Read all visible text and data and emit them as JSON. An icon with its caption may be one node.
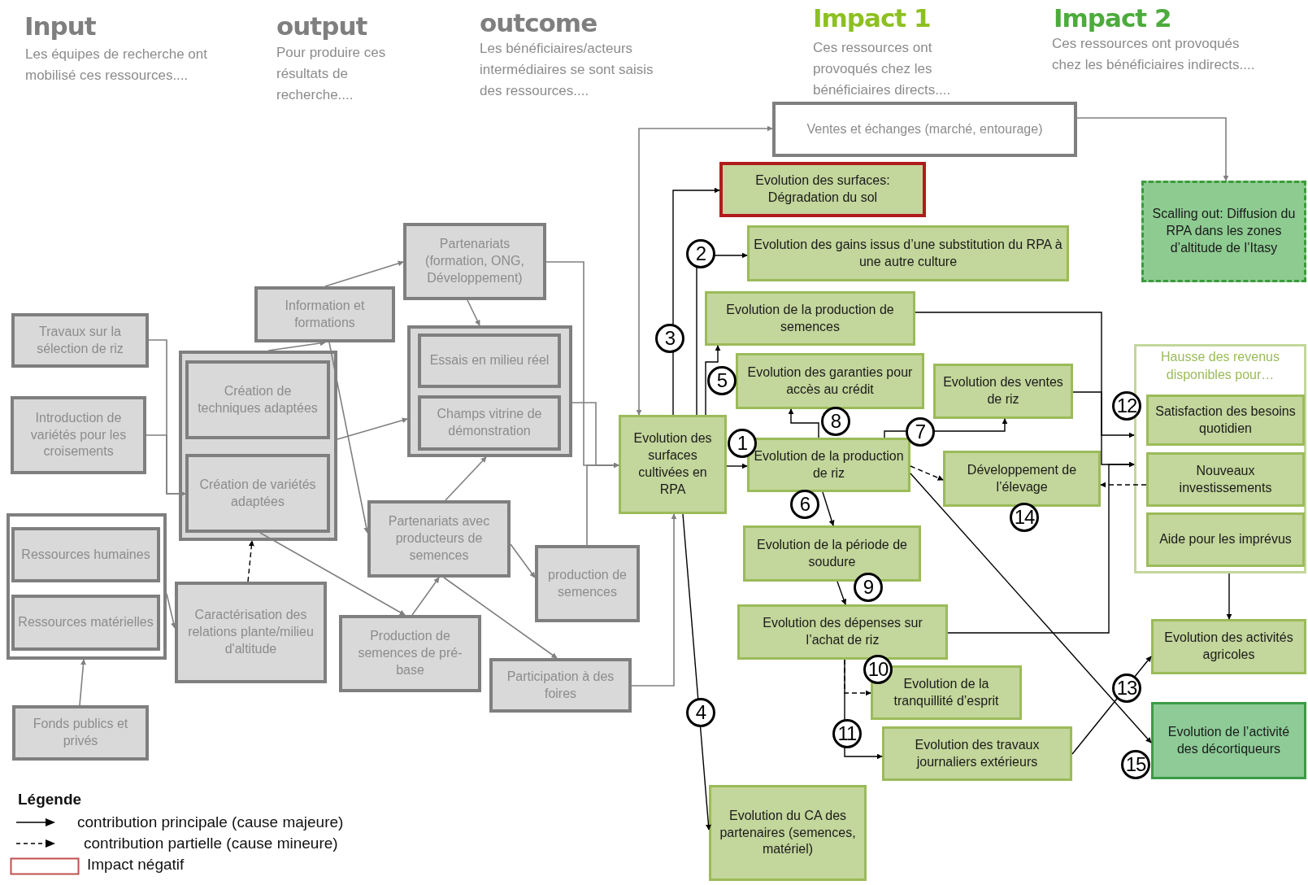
{
  "diagram": {
    "nodes": [
      {
        "text": [
          "Travaux sur la sélection de riz"
        ]
      },
      {
        "text": [
          "Introduction de variétés pour les croisements"
        ]
      },
      {
        "text": [],
        "shape": "box"
      },
      {
        "text": [
          "Ressources humaines"
        ],
        "in": 2
      },
      {
        "text": [
          "Ressources matérielles"
        ],
        "in": 2
      },
      {
        "text": [
          "Fonds publics et privés"
        ]
      },
      {
        "text": [],
        "shape": "box"
      },
      {
        "text": [
          "Création de techniques adaptées"
        ],
        "in": 6
      },
      {
        "text": [
          "Création de variétés adaptées"
        ],
        "in": 6
      },
      {
        "text": [
          "Caractérisation des relations plante/milieu d'altitude"
        ]
      },
      {
        "text": [
          "Information et formations"
        ]
      },
      {
        "text": [
          "Partenariats (formation, ONG, Développement)"
        ]
      },
      {
        "text": [],
        "shape": "box"
      },
      {
        "text": [
          "Essais en milieu réel"
        ],
        "in": 12
      },
      {
        "text": [
          "Champs vitrine de démonstration"
        ],
        "in": 12
      },
      {
        "text": [
          "Partenariats avec producteurs de semences"
        ]
      },
      {
        "text": [
          "Production de semences de pré-base"
        ]
      },
      {
        "text": [
          "production de semences"
        ]
      },
      {
        "text": [
          "Participation à des foires"
        ]
      },
      {
        "text": [
          "Evolution des surfaces cultivées en RPA"
        ]
      },
      {
        "text": [
          "Ventes et échanges (marché, entourage)"
        ]
      },
      {
        "text": [
          "Evolution des surfaces: Dégradation du sol"
        ]
      },
      {
        "text": [
          "Evolution des gains issus d’une substitution du RPA à une autre culture"
        ]
      },
      {
        "text": [
          "Evolution de la production de semences"
        ]
      },
      {
        "text": [
          "Evolution des garanties pour accès au crédit"
        ]
      },
      {
        "text": [
          "Evolution des ventes de riz"
        ]
      },
      {
        "text": [
          "Evolution de la production de riz"
        ]
      },
      {
        "text": [
          "Développement de l’élevage"
        ],
        "beside": [
          "14"
        ]
      },
      {
        "text": [
          "Evolution de la période de soudure"
        ]
      },
      {
        "text": [
          "Evolution des dépenses sur l’achat de riz"
        ]
      },
      {
        "text": [
          "Evolution de la tranquillité d’esprit"
        ]
      },
      {
        "text": [
          "Evolution des travaux journaliers extérieurs"
        ]
      },
      {
        "text": [
          "Evolution du CA des partenaires (semences, matériel)"
        ]
      },
      {
        "text": [
          "Scalling out: Diffusion du RPA dans les zones d’altitude de l’Itasy"
        ]
      },
      {
        "text": [
          "Hausse des revenus disponibles pour…"
        ]
      },
      {
        "text": [
          "Satisfaction des besoins quotidien"
        ],
        "in": 34
      },
      {
        "text": [
          "Nouveaux investissements"
        ],
        "in": 34
      },
      {
        "text": [
          "Aide pour les imprévus"
        ],
        "in": 34
      },
      {
        "text": [
          "Evolution des activités agricoles"
        ]
      },
      {
        "text": [
          "Evolution de l’activité des décortiqueurs"
        ]
      }
    ],
    "edges": [
      {
        "from": 0,
        "to": 8,
        "arrow": "to"
      },
      {
        "from": 1,
        "to": 8,
        "arrow": "to"
      },
      {
        "from": 6,
        "to": 10,
        "arrow": "to"
      },
      {
        "from": 10,
        "to": 11,
        "arrow": "to"
      },
      {
        "from": 10,
        "to": 15,
        "arrow": "to"
      },
      {
        "from": 6,
        "to": 12,
        "arrow": "to"
      },
      {
        "from": 8,
        "to": 16,
        "arrow": "to"
      },
      {
        "from": 9,
        "to": 6,
        "arrow": "to",
        "style": "dashed",
        "color": "#000000"
      },
      {
        "from": 2,
        "to": 9,
        "arrow": "to"
      },
      {
        "from": 5,
        "to": 2,
        "arrow": "to"
      },
      {
        "from": 11,
        "to": 12,
        "arrow": "to"
      },
      {
        "from": 11,
        "to": 19,
        "arrow": "to"
      },
      {
        "from": 12,
        "to": 19,
        "arrow": "to"
      },
      {
        "from": 17,
        "to": 19,
        "arrow": "to"
      },
      {
        "from": 18,
        "to": 19,
        "arrow": "to"
      },
      {
        "from": 15,
        "to": 12,
        "arrow": "to"
      },
      {
        "from": 16,
        "to": 15,
        "arrow": "to"
      },
      {
        "from": 15,
        "to": 17,
        "arrow": "to"
      },
      {
        "from": 15,
        "to": 18,
        "arrow": "to"
      },
      {
        "from": 20,
        "to": 33,
        "arrow": "to"
      },
      {
        "from": 19,
        "to": 20,
        "arrow": "both"
      },
      {
        "from": 19,
        "to": 21,
        "arrow": "to",
        "label": "3",
        "color": "#000000"
      },
      {
        "from": 19,
        "to": 22,
        "arrow": "to",
        "label": "2",
        "color": "#000000"
      },
      {
        "from": 19,
        "to": 23,
        "arrow": "to",
        "label": "5",
        "color": "#000000"
      },
      {
        "from": 19,
        "to": 26,
        "arrow": "to",
        "label": "1",
        "color": "#000000"
      },
      {
        "from": 19,
        "to": 32,
        "arrow": "to",
        "label": "4",
        "color": "#000000"
      },
      {
        "from": 26,
        "to": 24,
        "arrow": "to",
        "label": "8",
        "color": "#000000"
      },
      {
        "from": 26,
        "to": 25,
        "arrow": "to",
        "label": "7",
        "color": "#000000"
      },
      {
        "from": 26,
        "to": 27,
        "arrow": "to",
        "style": "dashed",
        "color": "#000000"
      },
      {
        "from": 26,
        "to": 39,
        "arrow": "to",
        "label": "15",
        "color": "#000000"
      },
      {
        "from": 26,
        "to": 28,
        "arrow": "to",
        "label": "6",
        "color": "#000000"
      },
      {
        "from": 28,
        "to": 29,
        "arrow": "to",
        "label": "9",
        "color": "#000000"
      },
      {
        "from": 29,
        "to": 30,
        "arrow": "to",
        "label": "10",
        "style": "dashed",
        "color": "#000000"
      },
      {
        "from": 29,
        "to": 31,
        "arrow": "to",
        "label": "11",
        "color": "#000000"
      },
      {
        "from": 31,
        "to": 38,
        "arrow": "to",
        "label": "13",
        "color": "#000000"
      },
      {
        "from": 23,
        "to": 34,
        "arrow": "to",
        "color": "#000000"
      },
      {
        "from": 25,
        "to": 34,
        "arrow": "to",
        "label": "12",
        "color": "#000000"
      },
      {
        "from": 29,
        "to": 34,
        "arrow": "to",
        "color": "#000000"
      },
      {
        "from": 36,
        "to": 27,
        "arrow": "to",
        "style": "dashed",
        "color": "#000000"
      },
      {
        "from": 34,
        "to": 38,
        "arrow": "to",
        "color": "#000000"
      }
    ],
    "labels": [
      "Input",
      "Les équipes de recherche ont mobilisé ces ressources....",
      "output",
      "Pour produire ces résultats de recherche....",
      "outcome",
      "Les bénéficiaires/acteurs intermédiaires se sont saisis des ressources....",
      "Impact 1",
      "Ces ressources ont provoqués chez les bénéficiaires directs....",
      "Impact 2",
      "Ces ressources ont provoqués chez les bénéficiaires indirects....",
      "Légende"
    ],
    "legend": [
      {
        "text": "contribution principale (cause majeure)"
      },
      {
        "text": "contribution partielle (cause mineure)"
      },
      {
        "text": "Impact négatif",
        "color": "#c0504d"
      }
    ]
  }
}
